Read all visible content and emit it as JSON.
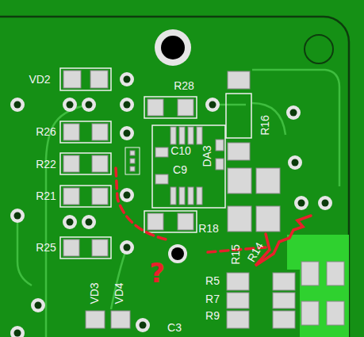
{
  "diagram": {
    "labels": [
      "VD2",
      "R28",
      "R26",
      "C10",
      "DA3",
      "C9",
      "R16",
      "R22",
      "R21",
      "R18",
      "R25",
      "R15",
      "R14",
      "R5",
      "R7",
      "R9",
      "VD3",
      "VD4",
      "C3",
      "?"
    ]
  }
}
